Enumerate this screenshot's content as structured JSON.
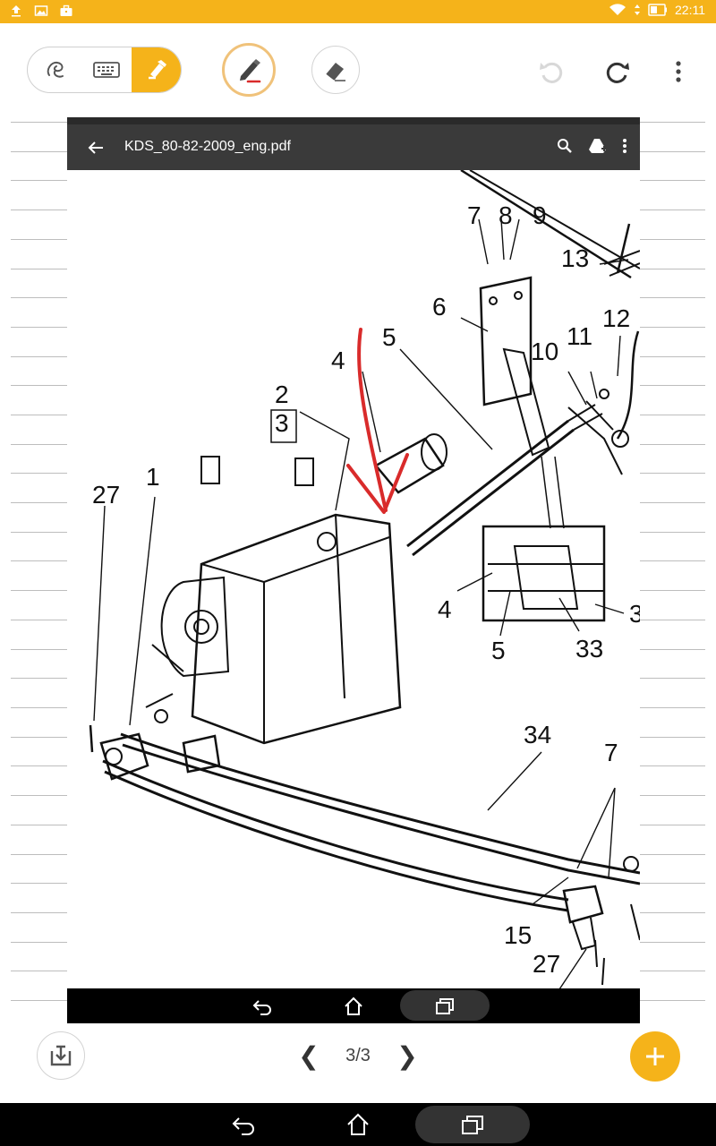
{
  "status_bar": {
    "time": "22:11"
  },
  "toolbar": {
    "modes": [
      "lasso",
      "keyboard",
      "highlighter"
    ],
    "active_mode": "highlighter",
    "accent_color": "#f5b31a",
    "pen_color": "#d92b2b"
  },
  "screenshot": {
    "title": "KDS_80-82-2009_eng.pdf",
    "labels": {
      "l7a": "7",
      "l8": "8",
      "l9": "9",
      "l13": "13",
      "l6": "6",
      "l5a": "5",
      "l12": "12",
      "l4a": "4",
      "l10": "10",
      "l11": "11",
      "l2": "2",
      "l3": "3",
      "l1": "1",
      "l27a": "27",
      "l4b": "4",
      "l5b": "5",
      "l33": "33",
      "l3b": "3",
      "l34": "34",
      "l7b": "7",
      "l15": "15",
      "l27b": "27"
    }
  },
  "pager": {
    "text": "3/3",
    "prev": "❮",
    "next": "❯"
  },
  "fab": {
    "label": "+"
  }
}
